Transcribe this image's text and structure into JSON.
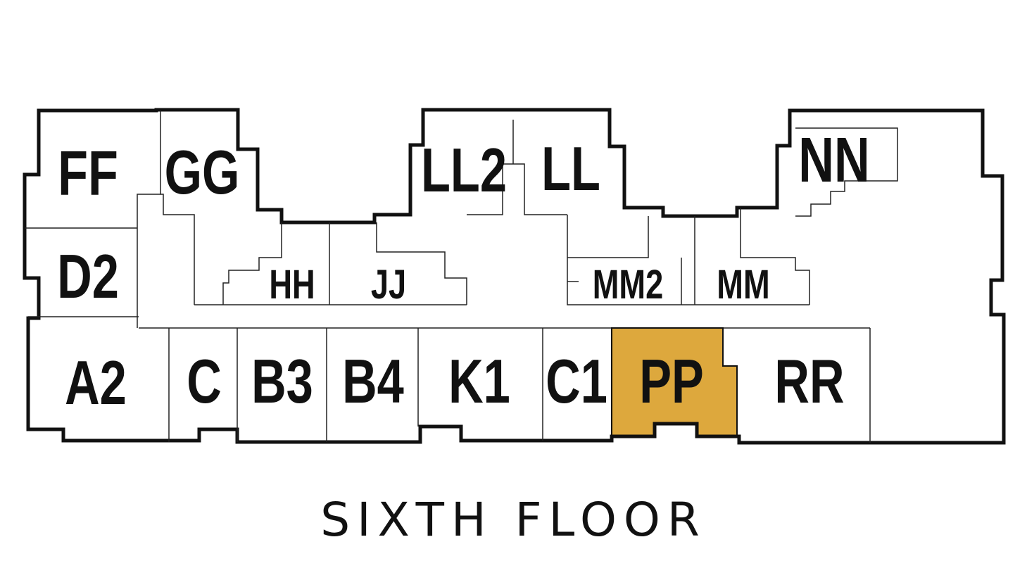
{
  "title": "SIXTH FLOOR",
  "highlight_color": "#DDA83D",
  "outline_color": "#111111",
  "units": {
    "ff": "FF",
    "gg": "GG",
    "ll2": "LL2",
    "ll": "LL",
    "nn": "NN",
    "d2": "D2",
    "hh": "HH",
    "jj": "JJ",
    "mm2": "MM2",
    "mm": "MM",
    "a2": "A2",
    "c": "C",
    "b3": "B3",
    "b4": "B4",
    "k1": "K1",
    "c1": "C1",
    "pp": "PP",
    "rr": "RR"
  },
  "selected_unit": "PP"
}
